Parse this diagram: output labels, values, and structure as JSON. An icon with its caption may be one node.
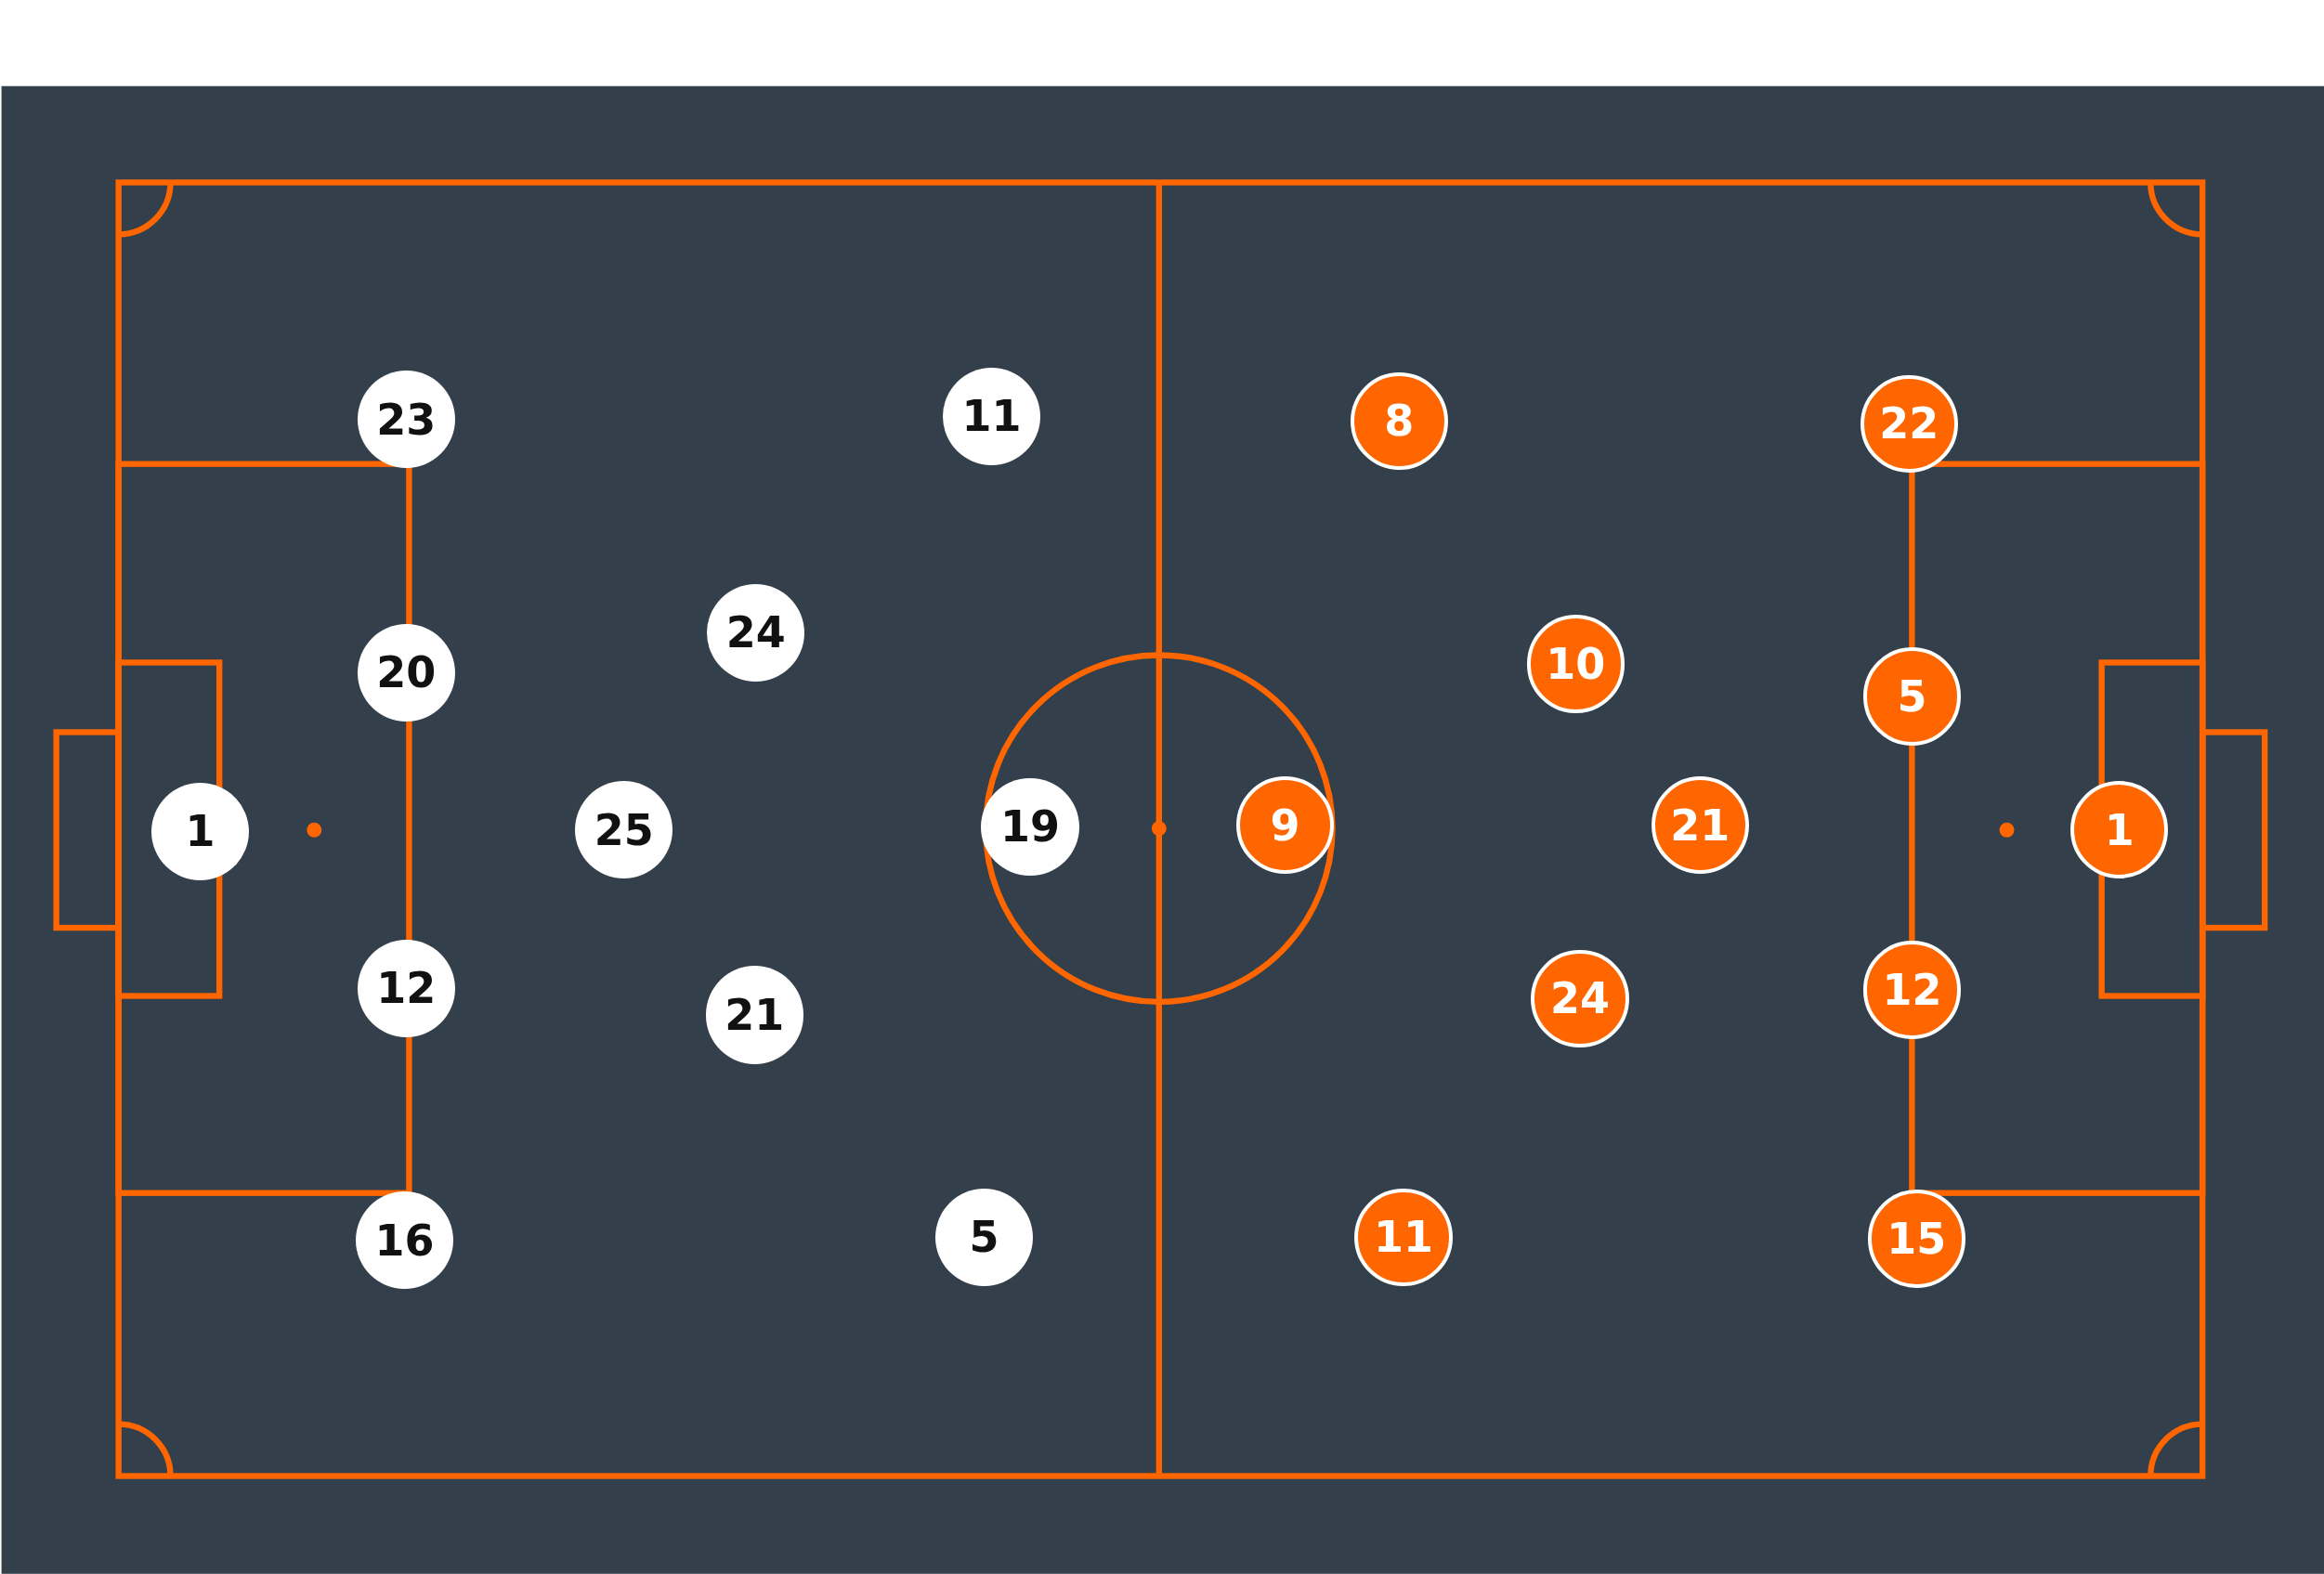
{
  "diagram": {
    "nodes": [
      {
        "text": [
          "23"
        ]
      },
      {
        "text": [
          "11"
        ]
      },
      {
        "text": [
          "24"
        ]
      },
      {
        "text": [
          "20"
        ]
      },
      {
        "text": [
          "1"
        ]
      },
      {
        "text": [
          "25"
        ]
      },
      {
        "text": [
          "19"
        ]
      },
      {
        "text": [
          "12"
        ]
      },
      {
        "text": [
          "21"
        ]
      },
      {
        "text": [
          "16"
        ]
      },
      {
        "text": [
          "5"
        ]
      },
      {
        "text": [
          "8"
        ]
      },
      {
        "text": [
          "22"
        ]
      },
      {
        "text": [
          "10"
        ]
      },
      {
        "text": [
          "5"
        ]
      },
      {
        "text": [
          "9"
        ]
      },
      {
        "text": [
          "21"
        ]
      },
      {
        "text": [
          "1"
        ]
      },
      {
        "text": [
          "12"
        ]
      },
      {
        "text": [
          "24"
        ]
      },
      {
        "text": [
          "11"
        ]
      },
      {
        "text": [
          "15"
        ]
      }
    ]
  }
}
